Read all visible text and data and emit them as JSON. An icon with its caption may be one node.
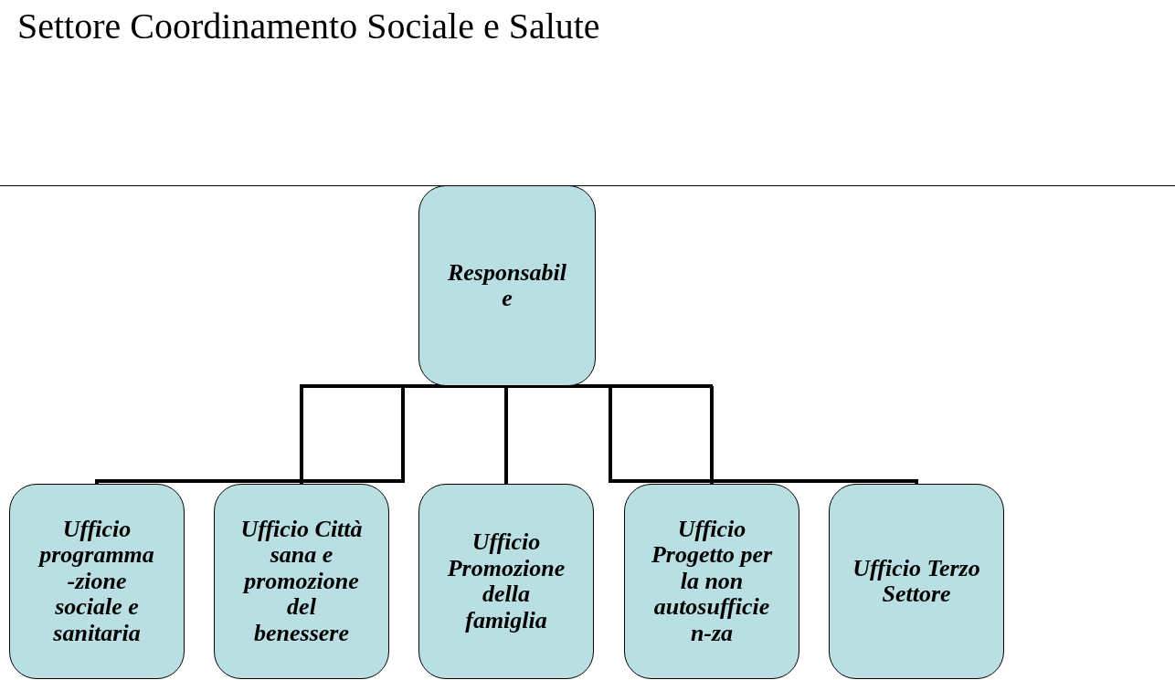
{
  "diagram": {
    "nodes": [
      {
        "text": [
          "Settore Coordinamento Sociale e Salute"
        ]
      },
      {
        "text": [
          "Responsabil e"
        ]
      },
      {
        "text": [
          "Ufficio programma -zione sociale e sanitaria"
        ]
      },
      {
        "text": [
          "Ufficio Città sana e promozione del benessere"
        ]
      },
      {
        "text": [
          "Ufficio Promozione della famiglia"
        ]
      },
      {
        "text": [
          "Ufficio Progetto per la non autosufficie n-za"
        ]
      },
      {
        "text": [
          "Ufficio Terzo Settore"
        ]
      }
    ],
    "edges": [
      {
        "from": 1,
        "to": 2,
        "arrow": "none"
      },
      {
        "from": 1,
        "to": 3,
        "arrow": "none"
      },
      {
        "from": 1,
        "to": 4,
        "arrow": "none"
      },
      {
        "from": 1,
        "to": 5,
        "arrow": "none"
      },
      {
        "from": 1,
        "to": 6,
        "arrow": "none"
      }
    ]
  }
}
